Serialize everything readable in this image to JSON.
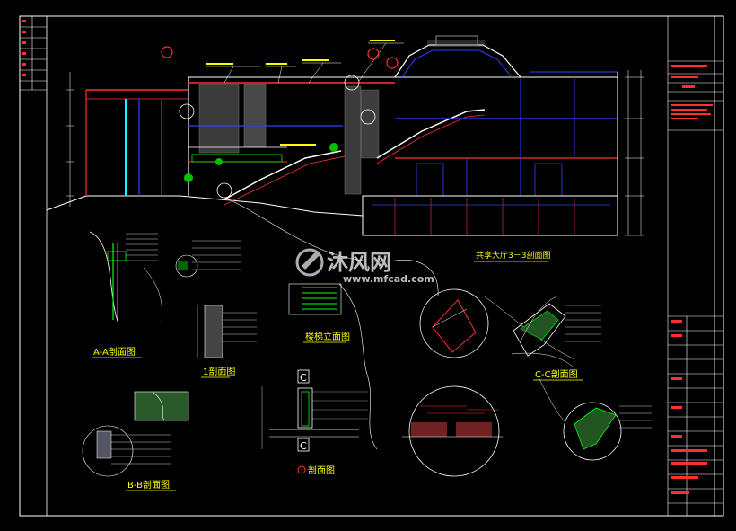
{
  "drawing": {
    "main_section_title": "共享大厅3－3剖面图",
    "views": {
      "a_a": "A-A剖面图",
      "b_b": "B-B剖面图",
      "one": "1剖面图",
      "stair_elevation": "楼梯立面图",
      "c_c": "C-C剖面图",
      "section": "剖面图",
      "section_mark": "C"
    },
    "watermark": {
      "brand": "沐风网",
      "url": "www.mfcad.com"
    },
    "colors": {
      "background": "#000000",
      "frame": "#ffffff",
      "red": "#ff2020",
      "yellow": "#ffff00",
      "cyan": "#00ffff",
      "blue": "#3040ff",
      "green": "#00ff00",
      "magenta": "#ff40ff"
    }
  }
}
